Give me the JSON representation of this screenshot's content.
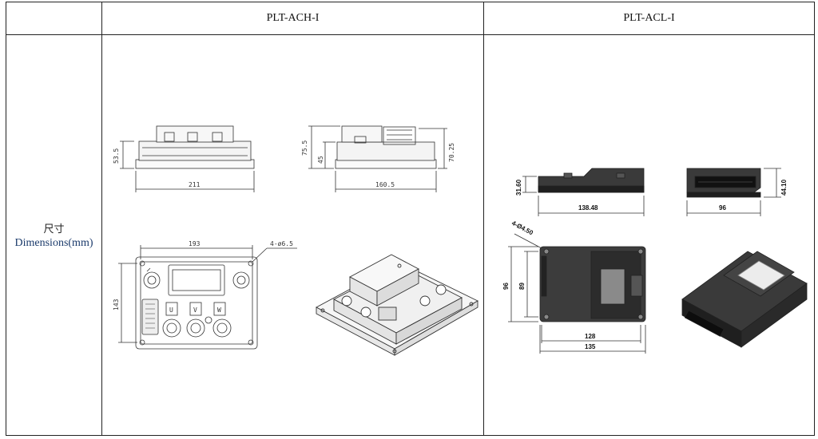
{
  "table": {
    "corner": "",
    "columns": [
      {
        "model": "PLT-ACH-I"
      },
      {
        "model": "PLT-ACL-I"
      }
    ],
    "row": {
      "label_cn": "尺寸",
      "label_en": "Dimensions(mm)"
    }
  },
  "ach": {
    "side_view": {
      "height": "53.5",
      "width": "211"
    },
    "end_view": {
      "height_total": "75.5",
      "height_body": "45",
      "height_right": "70.25",
      "width": "160.5"
    },
    "top_view": {
      "width": "193",
      "height": "143",
      "holes": "4-ø6.5",
      "phase_labels": [
        "U",
        "V",
        "W"
      ]
    }
  },
  "acl": {
    "side_view": {
      "height": "31.60",
      "width": "138.48"
    },
    "end_view": {
      "height": "44.10",
      "width": "96"
    },
    "top_view": {
      "holes": "4-Ø4.50",
      "height_outer": "96",
      "height_inner": "89",
      "width_inner": "128",
      "width_outer": "135"
    }
  }
}
